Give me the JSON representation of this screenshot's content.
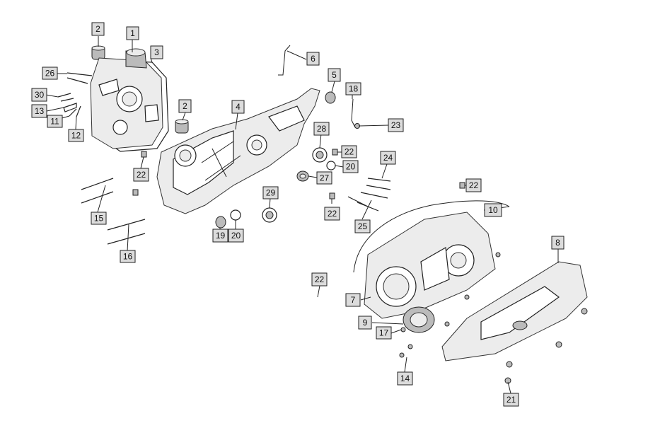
{
  "callouts": [
    {
      "id": "c1",
      "label": "1"
    },
    {
      "id": "c2a",
      "label": "2"
    },
    {
      "id": "c2b",
      "label": "2"
    },
    {
      "id": "c3",
      "label": "3"
    },
    {
      "id": "c4",
      "label": "4"
    },
    {
      "id": "c5",
      "label": "5"
    },
    {
      "id": "c6",
      "label": "6"
    },
    {
      "id": "c7",
      "label": "7"
    },
    {
      "id": "c8",
      "label": "8"
    },
    {
      "id": "c9",
      "label": "9"
    },
    {
      "id": "c10",
      "label": "10"
    },
    {
      "id": "c11",
      "label": "11"
    },
    {
      "id": "c12",
      "label": "12"
    },
    {
      "id": "c13",
      "label": "13"
    },
    {
      "id": "c14",
      "label": "14"
    },
    {
      "id": "c15",
      "label": "15"
    },
    {
      "id": "c16",
      "label": "16"
    },
    {
      "id": "c17",
      "label": "17"
    },
    {
      "id": "c18",
      "label": "18"
    },
    {
      "id": "c19",
      "label": "19"
    },
    {
      "id": "c20a",
      "label": "20"
    },
    {
      "id": "c20b",
      "label": "20"
    },
    {
      "id": "c21",
      "label": "21"
    },
    {
      "id": "c22a",
      "label": "22"
    },
    {
      "id": "c22b",
      "label": "22"
    },
    {
      "id": "c22c",
      "label": "22"
    },
    {
      "id": "c22d",
      "label": "22"
    },
    {
      "id": "c22e",
      "label": "22"
    },
    {
      "id": "c23",
      "label": "23"
    },
    {
      "id": "c24",
      "label": "24"
    },
    {
      "id": "c25",
      "label": "25"
    },
    {
      "id": "c26",
      "label": "26"
    },
    {
      "id": "c27",
      "label": "27"
    },
    {
      "id": "c28",
      "label": "28"
    },
    {
      "id": "c29",
      "label": "29"
    },
    {
      "id": "c30",
      "label": "30"
    }
  ]
}
